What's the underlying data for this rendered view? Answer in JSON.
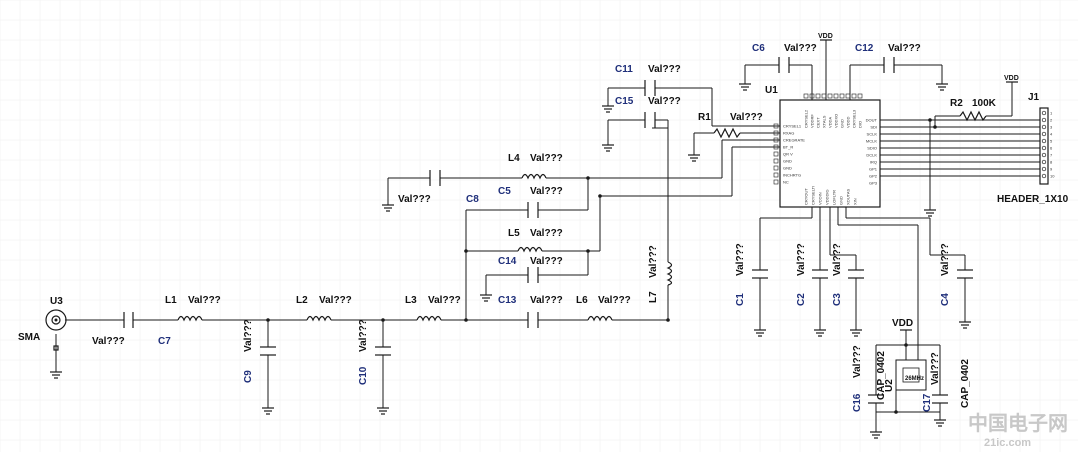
{
  "watermark": {
    "text": "中国电子网",
    "url": "21ic.com"
  },
  "labels": {
    "U3": "U3",
    "SMA": "SMA",
    "C7": "C7",
    "C7_val": "Val???",
    "L1": "L1",
    "L1_val": "Val???",
    "L2": "L2",
    "L2_val": "Val???",
    "L3": "L3",
    "L3_val": "Val???",
    "L6": "L6",
    "L6_val": "Val???",
    "C9": "C9",
    "C9_val": "Val???",
    "C10": "C10",
    "C10_val": "Val???",
    "C13": "C13",
    "C13_val": "Val???",
    "C14": "C14",
    "C14_val": "Val???",
    "L5": "L5",
    "L5_val": "Val???",
    "C5": "C5",
    "C5_val": "Val???",
    "C8": "C8",
    "C8_val": "Val???",
    "L4": "L4",
    "L4_val": "Val???",
    "L7": "L7",
    "L7_val": "Val???",
    "C11": "C11",
    "C11_val": "Val???",
    "C15": "C15",
    "C15_val": "Val???",
    "R1": "R1",
    "R1_val": "Val???",
    "C6": "C6",
    "C6_val": "Val???",
    "C12": "C12",
    "C12_val": "Val???",
    "VDD_top": "VDD",
    "U1": "U1",
    "R2": "R2",
    "R2_val": "100K",
    "VDD_r2": "VDD",
    "J1": "J1",
    "J1_name": "HEADER_1X10",
    "C1": "C1",
    "C1_val": "Val???",
    "C2": "C2",
    "C2_val": "Val???",
    "C3": "C3",
    "C3_val": "Val???",
    "C4": "C4",
    "C4_val": "Val???",
    "VDD_xtal": "VDD",
    "U2": "U2",
    "U2_val": "26MHz",
    "C16": "C16",
    "C16_val": "Val???",
    "C16_pkg": "CAP_0402",
    "C17": "C17",
    "C17_val": "Val???",
    "C17_pkg": "CAP_0402"
  },
  "u1_left_pins": [
    "CRYSEL1",
    "RXAG",
    "CREGRATE",
    "BT_R",
    "QR V",
    "GND",
    "GND",
    "INCHRTG",
    "NC"
  ],
  "u1_top_pins": [
    "CRYSEL2",
    "VDDRF",
    "CEXT",
    "XTALS",
    "VDDA",
    "VDDXO",
    "GND",
    "VDDD",
    "CRYSEL3",
    "DIO"
  ],
  "u1_right_pins": [
    "DOUT",
    "SDI",
    "SCLK",
    "MCLK",
    "SDIO",
    "DCLK",
    "IRQ",
    "GP1",
    "GP2",
    "GP3"
  ],
  "u1_bottom_pins": [
    "CRYOUT",
    "CRYSELTI",
    "VCOIN",
    "VDDDIG",
    "LOFLTR",
    "GND",
    "XOUTAS",
    "XIN"
  ],
  "j1_pins": [
    "1",
    "2",
    "3",
    "4",
    "5",
    "6",
    "7",
    "8",
    "9",
    "10"
  ]
}
